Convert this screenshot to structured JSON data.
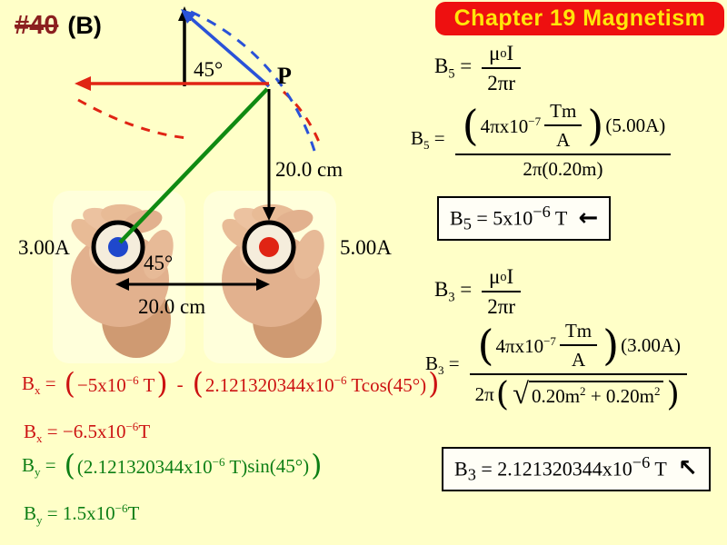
{
  "page": {
    "background": "#ffffc8",
    "problem_number": "#40",
    "problem_part": "(B)",
    "banner_title": "Chapter 19 Magnetism"
  },
  "colors": {
    "banner_background": "#ee1010",
    "banner_text": "#ffe60a",
    "field5_red": "#e02414",
    "field3_blue": "#2a52d8",
    "radius_green": "#0f8a12",
    "bx_red": "#cc1111",
    "by_green": "#0c7e14",
    "problem_maroon": "#8b1f1f"
  },
  "diagram": {
    "point_p": "P",
    "angle_top": "45°",
    "angle_wire": "45°",
    "current_left": "3.00A",
    "current_right": "5.00A",
    "dist_vertical": "20.0 cm",
    "dist_horizontal": "20.0 cm"
  },
  "equations": {
    "syntax": {
      "lp": "(",
      "rp": ")",
      "radical": "√"
    },
    "b5_def": {
      "lhs": "B_{5} =",
      "num": "μ_{o}I",
      "den": "2πr"
    },
    "b5_sub": {
      "lhs": "B_{5} =",
      "coef": "4πx10^{−7}",
      "unit_num": "Tm",
      "unit_den": "A",
      "current": "(5.00A)",
      "den": "2π(0.20m)"
    },
    "b5_result": {
      "text": "B_{5} = 5x10^{−6} T",
      "arrow": "←"
    },
    "b3_def": {
      "lhs": "B_{3} =",
      "num": "μ_{o}I",
      "den": "2πr"
    },
    "b3_sub": {
      "lhs": "B_{3} =",
      "coef": "4πx10^{−7}",
      "unit_num": "Tm",
      "unit_den": "A",
      "current": "(3.00A)",
      "den_prefix": "2π",
      "radicand": "0.20m^{2} + 0.20m^{2}"
    },
    "b3_result": {
      "text": "B_{3} = 2.121320344x10^{−6} T",
      "arrow": "↖"
    },
    "bx_1": {
      "lhs": "B_{x} =",
      "term1": "−5x10^{−6} T",
      "op": "-",
      "term2": "2.121320344x10^{−6} Tcos(45°)"
    },
    "bx_2": "B_{x} = −6.5x10^{−6}T",
    "by_1": {
      "lhs": "B_{y} =",
      "value": "(2.121320344x10^{−6} T)",
      "fn": "sin(45°)"
    },
    "by_2": "B_{y} = 1.5x10^{−6}T"
  }
}
